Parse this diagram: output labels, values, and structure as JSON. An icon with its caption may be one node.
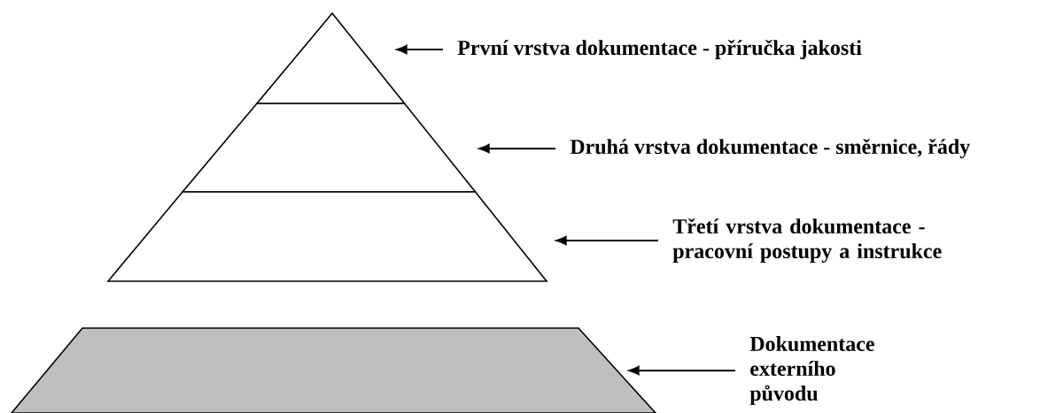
{
  "diagram": {
    "nodes": [
      {
        "text": [],
        "shape": "triangle"
      },
      {
        "text": [],
        "shape": "trapezoid"
      },
      {
        "text": [],
        "shape": "trapezoid"
      },
      {
        "text": [],
        "shape": "trapezoid"
      },
      {
        "text": [
          "První vrstva dokumentace - příručka jakosti"
        ]
      },
      {
        "text": [
          "Druhá vrstva dokumentace - směrnice, řády"
        ]
      },
      {
        "text": [
          "Třetí vrstva dokumentace - pracovní postupy a instrukce"
        ]
      },
      {
        "text": [
          "Dokumentace externího původu"
        ]
      }
    ],
    "edges": [
      {
        "from": 4,
        "to": 0,
        "arrow": "to"
      },
      {
        "from": 5,
        "to": 1,
        "arrow": "to"
      },
      {
        "from": 6,
        "to": 2,
        "arrow": "to"
      },
      {
        "from": 7,
        "to": 3,
        "arrow": "to"
      }
    ]
  }
}
